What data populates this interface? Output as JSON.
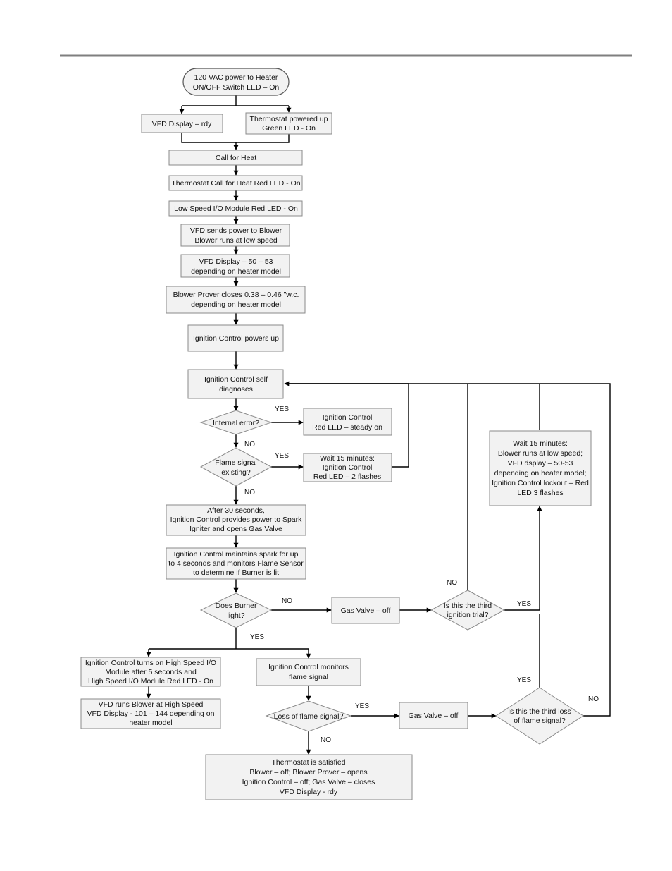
{
  "flowchart": {
    "start": {
      "lines": [
        "120 VAC power to Heater",
        "ON/OFF Switch LED – On"
      ]
    },
    "vfd_display_rdy": {
      "lines": [
        "VFD Display – rdy"
      ]
    },
    "thermostat_powered": {
      "lines": [
        "Thermostat powered up",
        "Green LED - On"
      ]
    },
    "call_for_heat": {
      "lines": [
        "Call for Heat"
      ]
    },
    "thermostat_red_led": {
      "lines": [
        "Thermostat Call for Heat Red LED - On"
      ]
    },
    "low_speed_module": {
      "lines": [
        "Low Speed I/O Module Red LED - On"
      ]
    },
    "vfd_power_blower": {
      "lines": [
        "VFD sends power to Blower",
        "Blower runs at low speed"
      ]
    },
    "vfd_display_50": {
      "lines": [
        "VFD Display – 50 – 53",
        "depending on heater model"
      ]
    },
    "blower_prover": {
      "lines": [
        "Blower Prover closes 0.38 – 0.46 \"w.c.",
        "depending on heater model"
      ]
    },
    "ignition_powers_up": {
      "lines": [
        "Ignition Control powers up"
      ]
    },
    "self_diagnoses": {
      "lines": [
        "Ignition Control self",
        "diagnoses"
      ]
    },
    "internal_error": {
      "lines": [
        "Internal error?"
      ]
    },
    "red_led_steady": {
      "lines": [
        "Ignition Control",
        "Red LED – steady on"
      ]
    },
    "flame_signal_existing": {
      "lines": [
        "Flame signal",
        "existing?"
      ]
    },
    "wait_2_flashes": {
      "lines": [
        "Wait 15 minutes:",
        "Ignition Control",
        "Red LED – 2 flashes"
      ]
    },
    "after_30_seconds": {
      "lines": [
        "After 30 seconds,",
        "Ignition Control provides power to Spark",
        "Igniter and opens Gas Valve"
      ]
    },
    "maintains_spark": {
      "lines": [
        "Ignition Control maintains spark for up",
        "to 4 seconds and monitors Flame Sensor",
        "to determine if Burner is lit"
      ]
    },
    "does_burner_light": {
      "lines": [
        "Does Burner",
        "light?"
      ]
    },
    "gas_valve_off_1": {
      "lines": [
        "Gas Valve – off"
      ]
    },
    "third_ignition_trial": {
      "lines": [
        "Is this the third",
        "ignition trial?"
      ]
    },
    "wait_lockout": {
      "lines": [
        "Wait 15 minutes:",
        "Blower runs at low speed;",
        "VFD dsplay – 50-53",
        "depending on heater model;",
        "Ignition Control lockout – Red",
        "LED 3 flashes"
      ]
    },
    "high_speed_module": {
      "lines": [
        "Ignition Control turns on High Speed I/O",
        "Module after 5 seconds and",
        "High Speed I/O Module Red LED - On"
      ]
    },
    "vfd_high_speed": {
      "lines": [
        "VFD runs Blower at High Speed",
        "VFD Display - 101 – 144 depending on",
        "heater model"
      ]
    },
    "monitors_flame": {
      "lines": [
        "Ignition Control monitors",
        "flame signal"
      ]
    },
    "loss_of_flame": {
      "lines": [
        "Loss of flame signal?"
      ]
    },
    "gas_valve_off_2": {
      "lines": [
        "Gas Valve – off"
      ]
    },
    "third_loss": {
      "lines": [
        "Is this the third loss",
        "of flame signal?"
      ]
    },
    "thermostat_satisfied": {
      "lines": [
        "Thermostat is satisfied",
        "Blower – off; Blower Prover – opens",
        "Ignition Control – off; Gas Valve – closes",
        "VFD Display - rdy"
      ]
    }
  },
  "edge_labels": {
    "internal_error_yes": "YES",
    "internal_error_no": "NO",
    "flame_existing_yes": "YES",
    "flame_existing_no": "NO",
    "burner_no": "NO",
    "burner_yes": "YES",
    "third_trial_no": "NO",
    "third_trial_yes": "YES",
    "loss_yes": "YES",
    "loss_no": "NO",
    "third_loss_yes": "YES",
    "third_loss_no": "NO"
  },
  "colors": {
    "box_fill": "#f2f2f2",
    "box_stroke": "#8a8a8a",
    "connector": "#000000",
    "header_rule": "#7f7f7f"
  }
}
